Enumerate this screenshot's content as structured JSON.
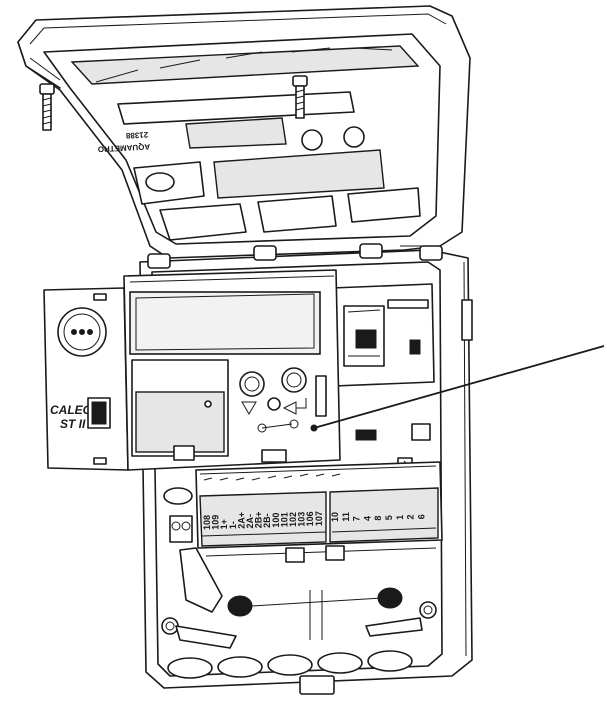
{
  "device": {
    "brand_line1": "CALEC",
    "brand_line2": "ST II",
    "lid_code": "21388",
    "lid_brand": "AQUAMETRO"
  },
  "terminals": {
    "left_block": [
      "108",
      "109",
      "1+",
      "1-",
      "2A+",
      "2A-",
      "2B+",
      "2B-",
      "100",
      "101",
      "102",
      "103",
      "106",
      "107"
    ],
    "right_block": [
      "10",
      "11",
      "7",
      "4",
      "8",
      "5",
      "1",
      "2",
      "6"
    ]
  },
  "colors": {
    "line": "#1a1a1a",
    "background": "#ffffff"
  }
}
